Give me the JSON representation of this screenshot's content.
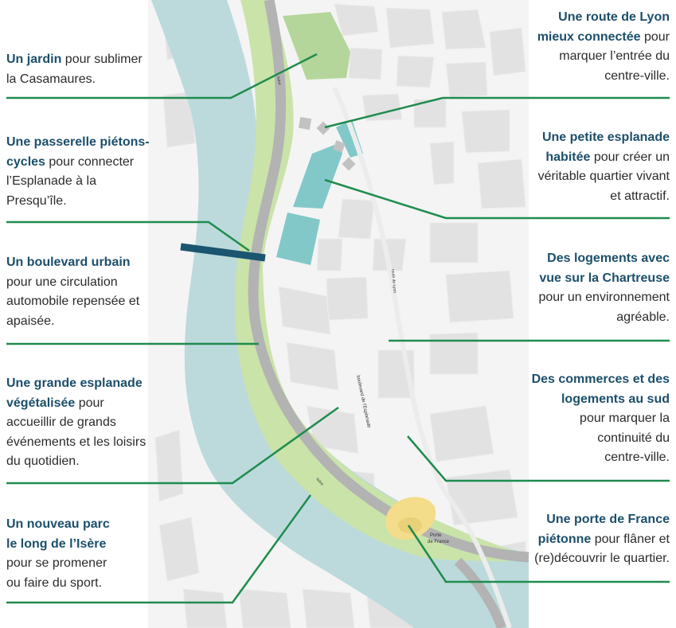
{
  "colors": {
    "river": "#bcdadb",
    "park": "#c9e3a9",
    "road": "#b3b3b3",
    "building": "#e2e2e3",
    "housing": "#82c8c9",
    "footbridge": "#1b5570",
    "leader_line": "#1f8c4e",
    "gate": "#f3dd8a",
    "highlight_text": "#1c4f6b"
  },
  "map_labels": {
    "boulevard": "boulevard de l'Esplanade",
    "route_lyon": "route de Lyon",
    "porte_line1": "Porte",
    "porte_line2": "de France",
    "road_a": "Isère",
    "road_b": "Isère"
  },
  "annotations": {
    "jardin": {
      "bold": [
        "Un jardin"
      ],
      "rest": [
        " pour sublimer",
        "la Casamaures."
      ]
    },
    "passerelle": {
      "bold": [
        "Une passerelle piétons-",
        "cycles"
      ],
      "rest": [
        " pour connecter",
        "l’Esplanade à la",
        "Presqu’île."
      ]
    },
    "boulevard": {
      "bold": [
        "Un boulevard urbain"
      ],
      "rest": [
        "pour une circulation",
        "automobile repensée et",
        "apaisée."
      ]
    },
    "grande_esplanade": {
      "bold": [
        "Une grande esplanade",
        "végétalisée"
      ],
      "rest": [
        " pour",
        "accueillir de grands",
        "événements et les loisirs",
        "du quotidien."
      ]
    },
    "parc": {
      "bold": [
        "Un nouveau parc",
        "le long de l’Isère"
      ],
      "rest": [
        "pour se promener",
        "ou faire du sport."
      ]
    },
    "route_lyon": {
      "bold": [
        "Une route de Lyon",
        "mieux connectée"
      ],
      "rest": [
        " pour",
        "marquer l’entrée du",
        "centre-ville."
      ]
    },
    "petite_esplanade": {
      "bold": [
        "Une petite esplanade",
        "habitée"
      ],
      "rest": [
        " pour créer un",
        "véritable quartier vivant",
        "et attractif."
      ]
    },
    "logements": {
      "bold": [
        "Des logements avec",
        "vue sur la Chartreuse"
      ],
      "rest": [
        "pour un environnement",
        "agréable."
      ]
    },
    "commerces": {
      "bold": [
        "Des commerces et des",
        "logements au sud"
      ],
      "rest": [
        "pour marquer la",
        "continuité du",
        "centre-ville."
      ]
    },
    "porte_france": {
      "bold": [
        "Une porte de France",
        "piétonne"
      ],
      "rest": [
        " pour flâner et",
        "(re)découvrir le quartier."
      ]
    }
  }
}
